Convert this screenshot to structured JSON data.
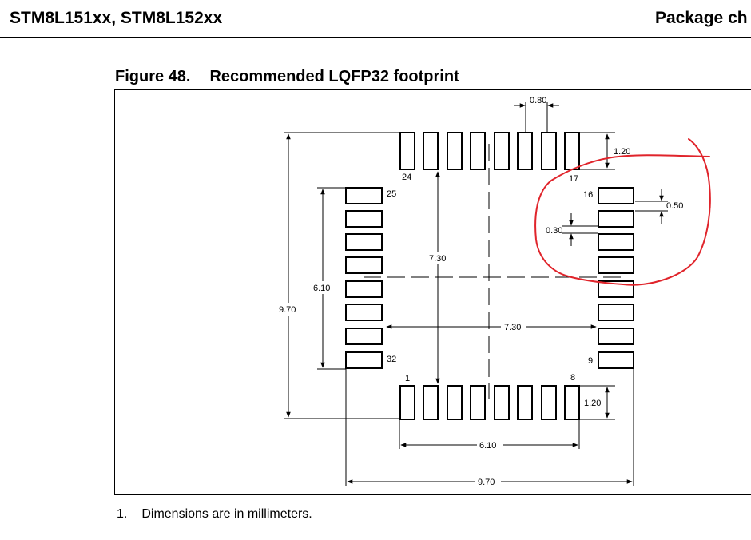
{
  "header": {
    "left_title": "STM8L151xx, STM8L152xx",
    "right_title": "Package ch"
  },
  "figure": {
    "label": "Figure 48.",
    "title": "Recommended LQFP32 footprint",
    "pins": {
      "pin1": "1",
      "pin8": "8",
      "pin9": "9",
      "pin16": "16",
      "pin17": "17",
      "pin24": "24",
      "pin25": "25",
      "pin32": "32"
    },
    "dimensions": {
      "pitch": "0.80",
      "pad_length_top": "1.20",
      "pad_length_bottom": "1.20",
      "pad_width": "0.50",
      "pad_gap": "0.30",
      "inner_vertical": "7.30",
      "inner_horizontal": "7.30",
      "row_span_left": "6.10",
      "row_span_bottom": "6.10",
      "outer_vertical": "9.70",
      "outer_horizontal": "9.70"
    },
    "annotation_color": "#e0242b"
  },
  "notes": [
    {
      "number": "1.",
      "text": "Dimensions are in millimeters."
    }
  ]
}
